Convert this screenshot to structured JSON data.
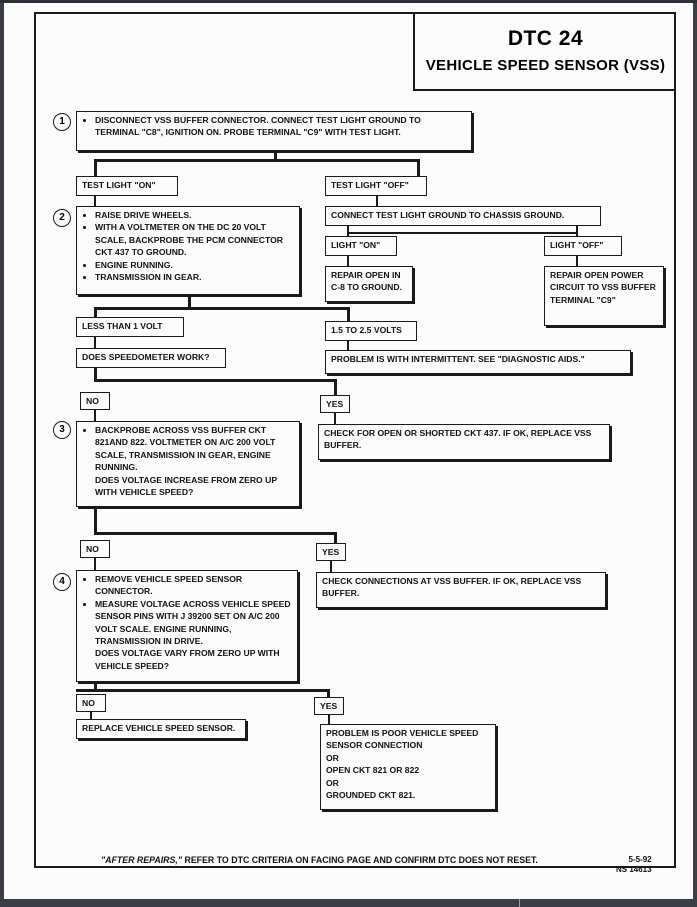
{
  "title": {
    "code": "DTC 24",
    "name": "VEHICLE SPEED SENSOR (VSS)"
  },
  "steps": {
    "s1": "1",
    "s2": "2",
    "s3": "3",
    "s4": "4"
  },
  "boxes": {
    "step1": "DISCONNECT VSS BUFFER CONNECTOR. CONNECT TEST LIGHT GROUND TO TERMINAL \"C8\", IGNITION ON. PROBE TERMINAL \"C9\" WITH TEST LIGHT.",
    "test_on": "TEST LIGHT \"ON\"",
    "test_off": "TEST LIGHT \"OFF\"",
    "step2": [
      "RAISE DRIVE WHEELS.",
      "WITH A VOLTMETER ON THE DC 20 VOLT SCALE, BACKPROBE THE PCM CONNECTOR CKT 437 TO GROUND.",
      "ENGINE RUNNING.",
      "TRANSMISSION IN GEAR."
    ],
    "connect_chassis": "CONNECT TEST LIGHT GROUND TO CHASSIS GROUND.",
    "light_on": "LIGHT \"ON\"",
    "light_off": "LIGHT \"OFF\"",
    "repair_c8": "REPAIR OPEN IN C-8 TO GROUND.",
    "repair_power": "REPAIR OPEN POWER CIRCUIT TO VSS BUFFER TERMINAL \"C9\"",
    "less_1v": "LESS THAN 1 VOLT",
    "v15_25": "1.5 TO 2.5 VOLTS",
    "speedo": "DOES SPEEDOMETER WORK?",
    "intermittent": "PROBLEM IS WITH INTERMITTENT. SEE \"DIAGNOSTIC AIDS.\"",
    "no1": "NO",
    "yes1": "YES",
    "step3_bullet": "BACKPROBE ACROSS VSS BUFFER CKT 821AND 822. VOLTMETER ON A/C 200 VOLT SCALE, TRANSMISSION IN GEAR, ENGINE RUNNING.",
    "step3_question": "DOES VOLTAGE INCREASE FROM ZERO UP WITH VEHICLE SPEED?",
    "check_437": "CHECK FOR OPEN OR SHORTED CKT 437. IF OK, REPLACE VSS BUFFER.",
    "no2": "NO",
    "yes2": "YES",
    "step4_b1": "REMOVE VEHICLE SPEED SENSOR CONNECTOR.",
    "step4_b2": "MEASURE VOLTAGE ACROSS VEHICLE SPEED SENSOR PINS WITH J 39200 SET ON A/C 200 VOLT SCALE. ENGINE RUNNING, TRANSMISSION IN DRIVE.",
    "step4_question": "DOES VOLTAGE VARY FROM ZERO UP WITH VEHICLE SPEED?",
    "check_conn": "CHECK CONNECTIONS AT VSS BUFFER. IF OK, REPLACE VSS BUFFER.",
    "no3": "NO",
    "yes3": "YES",
    "replace_vss": "REPLACE VEHICLE SPEED SENSOR.",
    "poor_conn": [
      "PROBLEM IS POOR VEHICLE SPEED SENSOR CONNECTION",
      "OR",
      "OPEN CKT 821 OR 822",
      "OR",
      "GROUNDED CKT 821."
    ]
  },
  "footer": {
    "after_repairs": "\"AFTER REPAIRS,\"",
    "rest": " REFER TO DTC CRITERIA ON FACING PAGE AND CONFIRM DTC DOES NOT RESET.",
    "date": "5-5-92",
    "ref": "NS 14613"
  }
}
